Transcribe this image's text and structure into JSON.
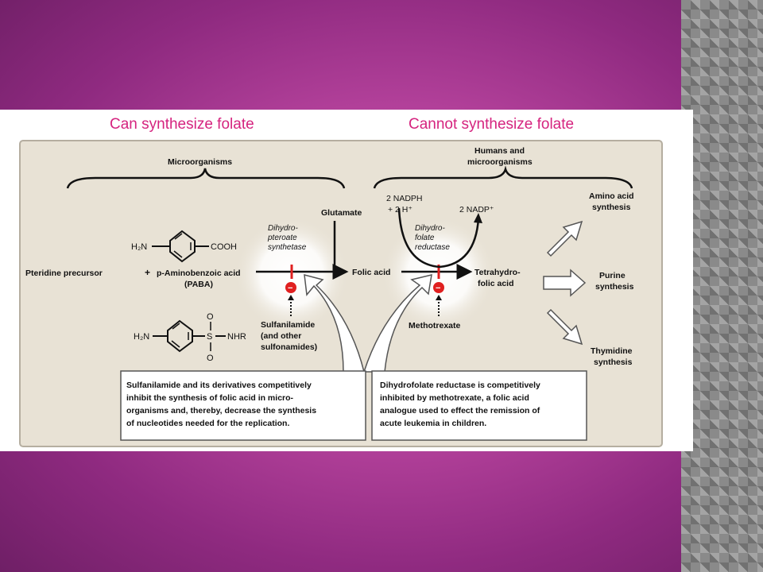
{
  "headings": {
    "left": "Can synthesize folate",
    "right": "Cannot synthesize folate"
  },
  "diagram": {
    "microorganisms": "Microorganisms",
    "humans_line1": "Humans and",
    "humans_line2": "microorganisms",
    "glutamate": "Glutamate",
    "pteridine": "Pteridine precursor",
    "plus": "+",
    "paba_line1": "p-Aminobenzoic acid",
    "paba_line2": "(PABA)",
    "h2n": "H₂N",
    "cooh": "COOH",
    "nhr": "NHR",
    "s": "S",
    "o": "O",
    "synthetase_line1": "Dihydro-",
    "synthetase_line2": "pteroate",
    "synthetase_line3": "synthetase",
    "folic_acid": "Folic acid",
    "nadph_line1": "2 NADPH",
    "nadph_line2": "+ 2 H⁺",
    "nadp": "2 NADP⁺",
    "reductase_line1": "Dihydro-",
    "reductase_line2": "folate",
    "reductase_line3": "reductase",
    "thf_line1": "Tetrahydro-",
    "thf_line2": "folic acid",
    "sulf_line1": "Sulfanilamide",
    "sulf_line2": "(and other",
    "sulf_line3": "sulfonamides)",
    "methotrexate": "Methotrexate",
    "amino_line1": "Amino acid",
    "amino_line2": "synthesis",
    "purine_line1": "Purine",
    "purine_line2": "synthesis",
    "thymidine_line1": "Thymidine",
    "thymidine_line2": "synthesis",
    "box1_line1": "Sulfanilamide and its derivatives competitively",
    "box1_line2": "inhibit the synthesis of folic acid in micro-",
    "box1_line3": "organisms and, thereby, decrease the synthesis",
    "box1_line4": "of nucleotides needed for the replication.",
    "box2_line1": "Dihydrofolate reductase is competitively",
    "box2_line2": "inhibited by methotrexate, a folic acid",
    "box2_line3": "analogue used to effect the remission of",
    "box2_line4": "acute leukemia in children.",
    "inhibit_symbol": "−"
  }
}
